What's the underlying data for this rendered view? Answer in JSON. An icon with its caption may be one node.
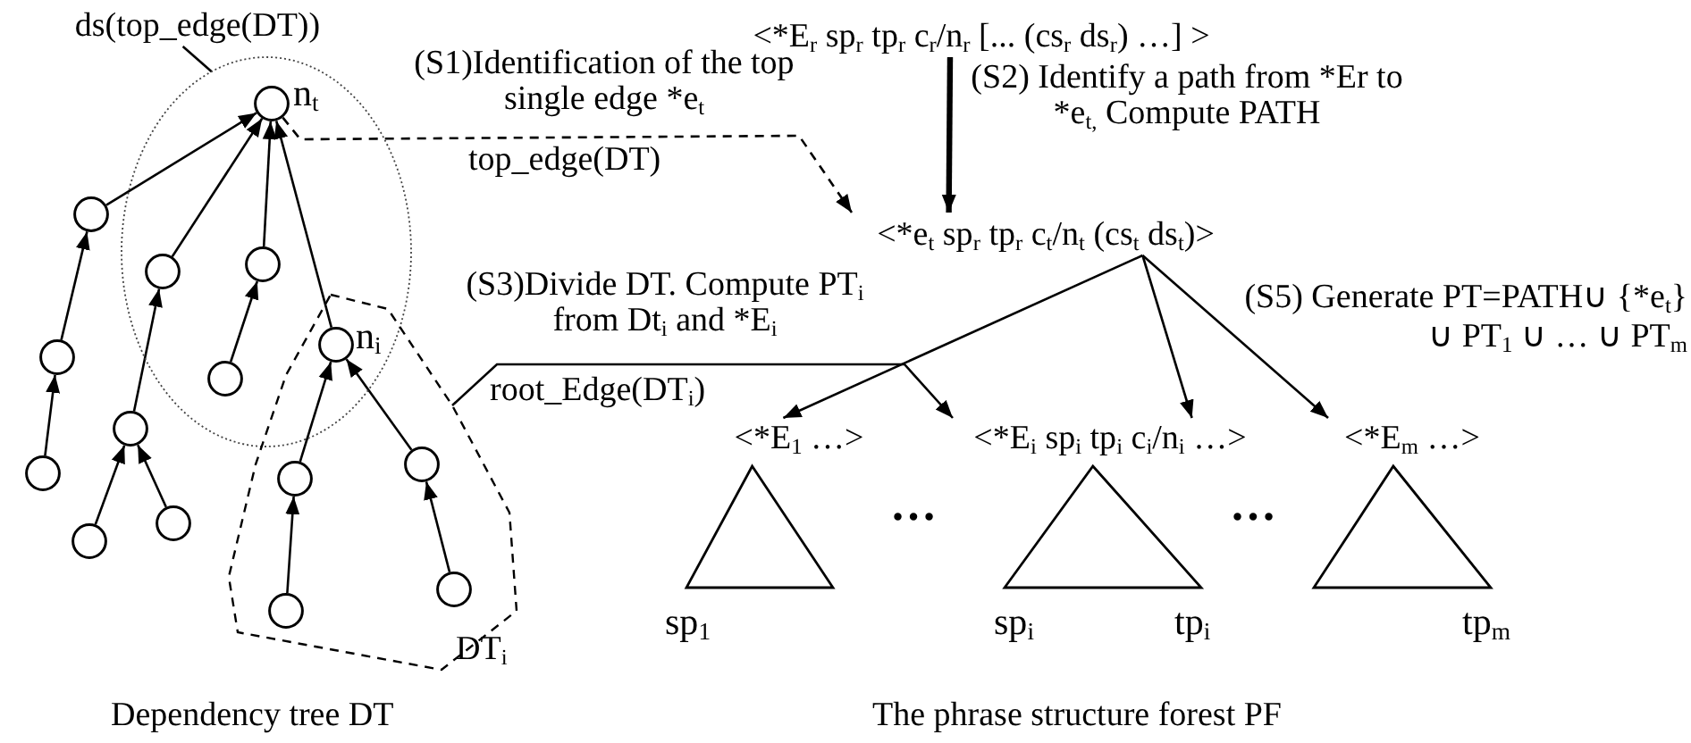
{
  "diagram": {
    "nodes": [
      {
        "text": [
          "ds(top_edge(DT))"
        ]
      },
      {
        "text": [],
        "shape": "ellipse"
      },
      {
        "text": [
          "DT$_{i}$"
        ]
      },
      {
        "text": [],
        "shape": "circle",
        "beside": [
          "n$_{t}$"
        ],
        "in": 1
      },
      {
        "text": [],
        "shape": "circle"
      },
      {
        "text": [],
        "shape": "circle"
      },
      {
        "text": [],
        "shape": "circle"
      },
      {
        "text": [],
        "shape": "circle",
        "in": 1
      },
      {
        "text": [],
        "shape": "circle"
      },
      {
        "text": [],
        "shape": "circle"
      },
      {
        "text": [],
        "shape": "circle"
      },
      {
        "text": [],
        "shape": "circle",
        "in": 1
      },
      {
        "text": [],
        "shape": "circle",
        "in": 1
      },
      {
        "text": [],
        "shape": "circle",
        "beside": [
          "n$_{i}$"
        ]
      },
      {
        "text": [],
        "shape": "circle",
        "in": 2
      },
      {
        "text": [],
        "shape": "circle",
        "in": 2
      },
      {
        "text": [],
        "shape": "circle",
        "in": 2
      },
      {
        "text": [],
        "shape": "circle",
        "in": 2
      },
      {
        "text": [
          "<*E$_{r}$ sp$_{r}$ tp$_{r}$ c$_{r}$/n$_{r}$ [... (cs$_{r}$ ds$_{r}$) …] >"
        ]
      },
      {
        "text": [
          "<*e$_{t}$ sp$_{r}$ tp$_{r}$ c$_{t}$/n$_{t}$ (cs$_{t}$ ds$_{t}$)>"
        ]
      },
      {
        "text": [
          "<*E$_{1}$ …>"
        ]
      },
      {
        "text": [
          "<*E$_{i}$ sp$_{i}$ tp$_{i}$ c$_{i}$/n$_{i}$ …>"
        ]
      },
      {
        "text": [
          "<*E$_{m}$ …>"
        ]
      },
      {
        "text": [],
        "shape": "triangle",
        "beside": [
          "sp$_{1}$"
        ]
      },
      {
        "text": [],
        "shape": "triangle",
        "beside": [
          "sp$_{i}$",
          "tp$_{i}$"
        ]
      },
      {
        "text": [],
        "shape": "triangle",
        "beside": [
          "tp$_{m}$"
        ]
      }
    ],
    "edges": [
      {
        "from": 0,
        "to": 1,
        "arrow": "none"
      },
      {
        "from": 4,
        "to": 3,
        "arrow": "to"
      },
      {
        "from": 5,
        "to": 4,
        "arrow": "to"
      },
      {
        "from": 6,
        "to": 5,
        "arrow": "to"
      },
      {
        "from": 7,
        "to": 3,
        "arrow": "to"
      },
      {
        "from": 8,
        "to": 7,
        "arrow": "to"
      },
      {
        "from": 9,
        "to": 8,
        "arrow": "to"
      },
      {
        "from": 10,
        "to": 8,
        "arrow": "to"
      },
      {
        "from": 11,
        "to": 3,
        "arrow": "to"
      },
      {
        "from": 12,
        "to": 11,
        "arrow": "to"
      },
      {
        "from": 13,
        "to": 3,
        "arrow": "to"
      },
      {
        "from": 14,
        "to": 13,
        "arrow": "to"
      },
      {
        "from": 15,
        "to": 14,
        "arrow": "to"
      },
      {
        "from": 16,
        "to": 13,
        "arrow": "to"
      },
      {
        "from": 17,
        "to": 16,
        "arrow": "to"
      },
      {
        "from": 3,
        "to": 19,
        "arrow": "to",
        "style": "dashed",
        "label": "(S1)Identification of the top single edge *e$_{t}$"
      },
      {
        "from": 18,
        "to": 19,
        "arrow": "to",
        "style": "thick",
        "label": "(S2) Identify a path from *Er to *e$_{t,}$ Compute PATH"
      },
      {
        "from": 2,
        "to": 21,
        "arrow": "to",
        "label": "(S3)Divide DT. Compute PT$_{i}$ from Dt$_{i}$ and *E$_{i}$"
      },
      {
        "from": 19,
        "to": 20,
        "arrow": "to"
      },
      {
        "from": 19,
        "to": 21,
        "arrow": "to"
      },
      {
        "from": 19,
        "to": 22,
        "arrow": "to"
      }
    ],
    "labels": [
      "top_edge(DT)",
      "root_Edge(DT$_{i}$)",
      "(S5) Generate PT=PATH∪ {*e$_{t}$} ∪ PT$_{1}$ ∪ … ∪ PT$_{m}$",
      "…",
      "…",
      "Dependency tree DT",
      "The phrase structure forest PF"
    ]
  }
}
